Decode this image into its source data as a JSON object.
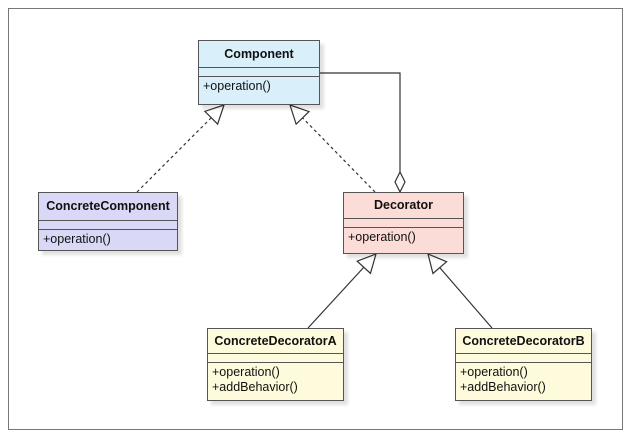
{
  "colors": {
    "component": "#d9effa",
    "concrete_component": "#d9d9f7",
    "decorator": "#fbdcd6",
    "concrete_decorator": "#fdfbdb",
    "line": "#333333"
  },
  "classes": {
    "component": {
      "name": "Component",
      "operations": [
        "+operation()"
      ]
    },
    "concrete_component": {
      "name": "ConcreteComponent",
      "operations": [
        "+operation()"
      ]
    },
    "decorator": {
      "name": "Decorator",
      "operations": [
        "+operation()"
      ]
    },
    "concrete_decorator_a": {
      "name": "ConcreteDecoratorA",
      "operations": [
        "+operation()",
        "+addBehavior()"
      ]
    },
    "concrete_decorator_b": {
      "name": "ConcreteDecoratorB",
      "operations": [
        "+operation()",
        "+addBehavior()"
      ]
    }
  },
  "relations": [
    {
      "from": "concrete_component",
      "to": "component",
      "type": "realization"
    },
    {
      "from": "decorator",
      "to": "component",
      "type": "realization"
    },
    {
      "from": "decorator",
      "to": "component",
      "type": "aggregation"
    },
    {
      "from": "concrete_decorator_a",
      "to": "decorator",
      "type": "generalization"
    },
    {
      "from": "concrete_decorator_b",
      "to": "decorator",
      "type": "generalization"
    }
  ]
}
